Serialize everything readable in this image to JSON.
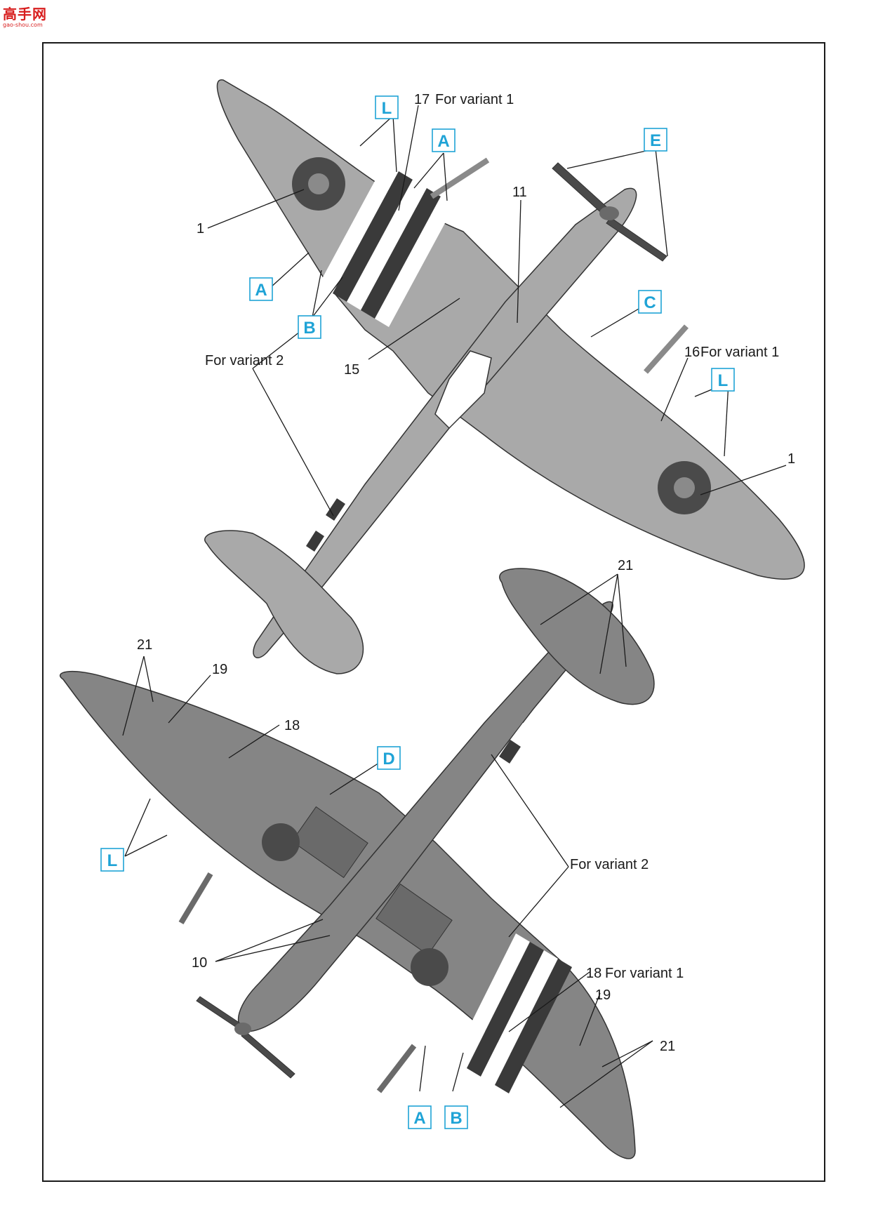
{
  "watermark": {
    "line1": "高手网",
    "line2": "gao-shou.com"
  },
  "colors": {
    "top_grey": "#a9a9a9",
    "bottom_grey": "#858585",
    "dark": "#4a4a4a",
    "stripe_white": "#ffffff",
    "stripe_black": "#3a3a3a",
    "callout_blue": "#1fa3d6",
    "line": "#1a1a1a"
  },
  "top_view": {
    "boxes": {
      "L_top": "L",
      "A_top": "A",
      "E": "E",
      "A_left": "A",
      "B_left": "B",
      "C": "C",
      "L_right": "L"
    },
    "labels": {
      "n17": "17",
      "n17_note": "For variant 1",
      "n11": "11",
      "n1_left": "1",
      "n15": "15",
      "n16": "16",
      "n16_note": "For variant 1",
      "n1_right": "1",
      "variant2": "For variant 2"
    }
  },
  "bottom_view": {
    "boxes": {
      "D": "D",
      "L": "L",
      "A": "A",
      "B": "B"
    },
    "labels": {
      "n21_left": "21",
      "n19_left": "19",
      "n18_left": "18",
      "n21_tail": "21",
      "variant2": "For variant 2",
      "n10": "10",
      "n18_right": "18",
      "n18_right_note": "For variant 1",
      "n19_right": "19",
      "n21_right": "21"
    }
  }
}
